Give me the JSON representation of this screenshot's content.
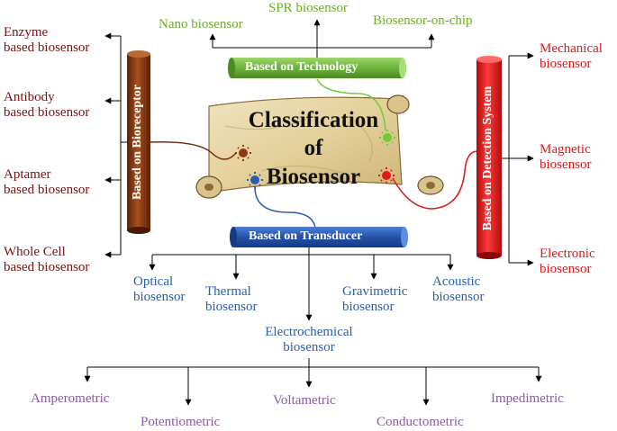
{
  "title": [
    "Classification",
    "of",
    "Biosensor"
  ],
  "colors": {
    "bioreceptor": "#7a1010",
    "technology": "#6aad2a",
    "transducer": "#1f4ea8",
    "detection": "#e01818"
  },
  "bioreceptor": {
    "label": "Based on Bioreceptor",
    "items": [
      [
        "Enzyme",
        "based biosensor"
      ],
      [
        "Antibody",
        "based biosensor"
      ],
      [
        "Aptamer",
        "based biosensor"
      ],
      [
        "Whole Cell",
        "based biosensor"
      ]
    ]
  },
  "technology": {
    "label": "Based on Technology",
    "items": [
      "Nano biosensor",
      "SPR biosensor",
      "Biosensor-on-chip"
    ]
  },
  "detection": {
    "label": "Based on Detection System",
    "items": [
      [
        "Mechanical",
        "biosensor"
      ],
      [
        "Magnetic",
        "biosensor"
      ],
      [
        "Electronic",
        "biosensor"
      ]
    ]
  },
  "transducer": {
    "label": "Based on Transducer",
    "items": [
      [
        "Optical",
        "biosensor"
      ],
      [
        "Thermal",
        "biosensor"
      ],
      [
        "Electrochemical",
        "biosensor"
      ],
      [
        "Gravimetric",
        "biosensor"
      ],
      [
        "Acoustic",
        "biosensor"
      ]
    ]
  },
  "electrochemical": {
    "items": [
      "Amperometric",
      "Potentiometric",
      "Voltametric",
      "Conductometric",
      "Impedimetric"
    ]
  }
}
